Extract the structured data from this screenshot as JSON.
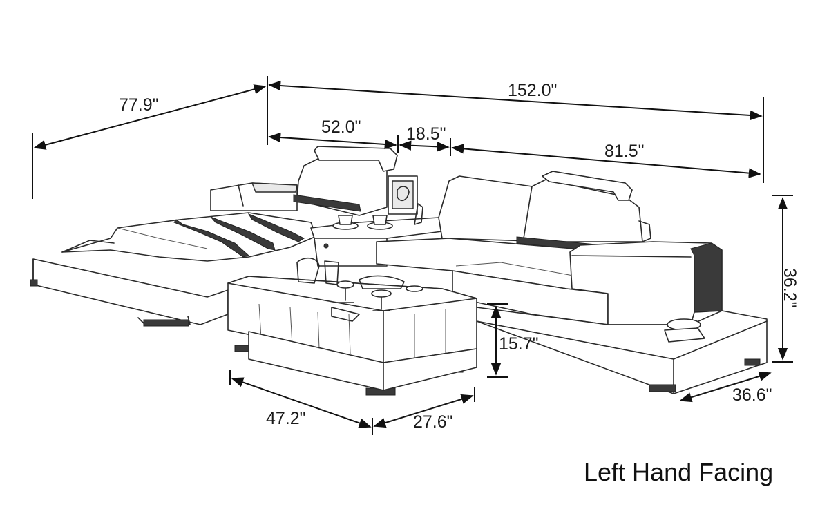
{
  "dimensions": {
    "depth_left": "77.9\"",
    "total_width": "152.0\"",
    "chaise_width": "52.0\"",
    "console_width": "18.5\"",
    "sofa_width": "81.5\"",
    "height": "36.2\"",
    "table_height": "15.7\"",
    "table_length": "47.2\"",
    "table_depth": "27.6\"",
    "seat_depth": "36.6\""
  },
  "caption": "Left Hand Facing",
  "colors": {
    "line": "#111111",
    "paper": "#ffffff"
  }
}
